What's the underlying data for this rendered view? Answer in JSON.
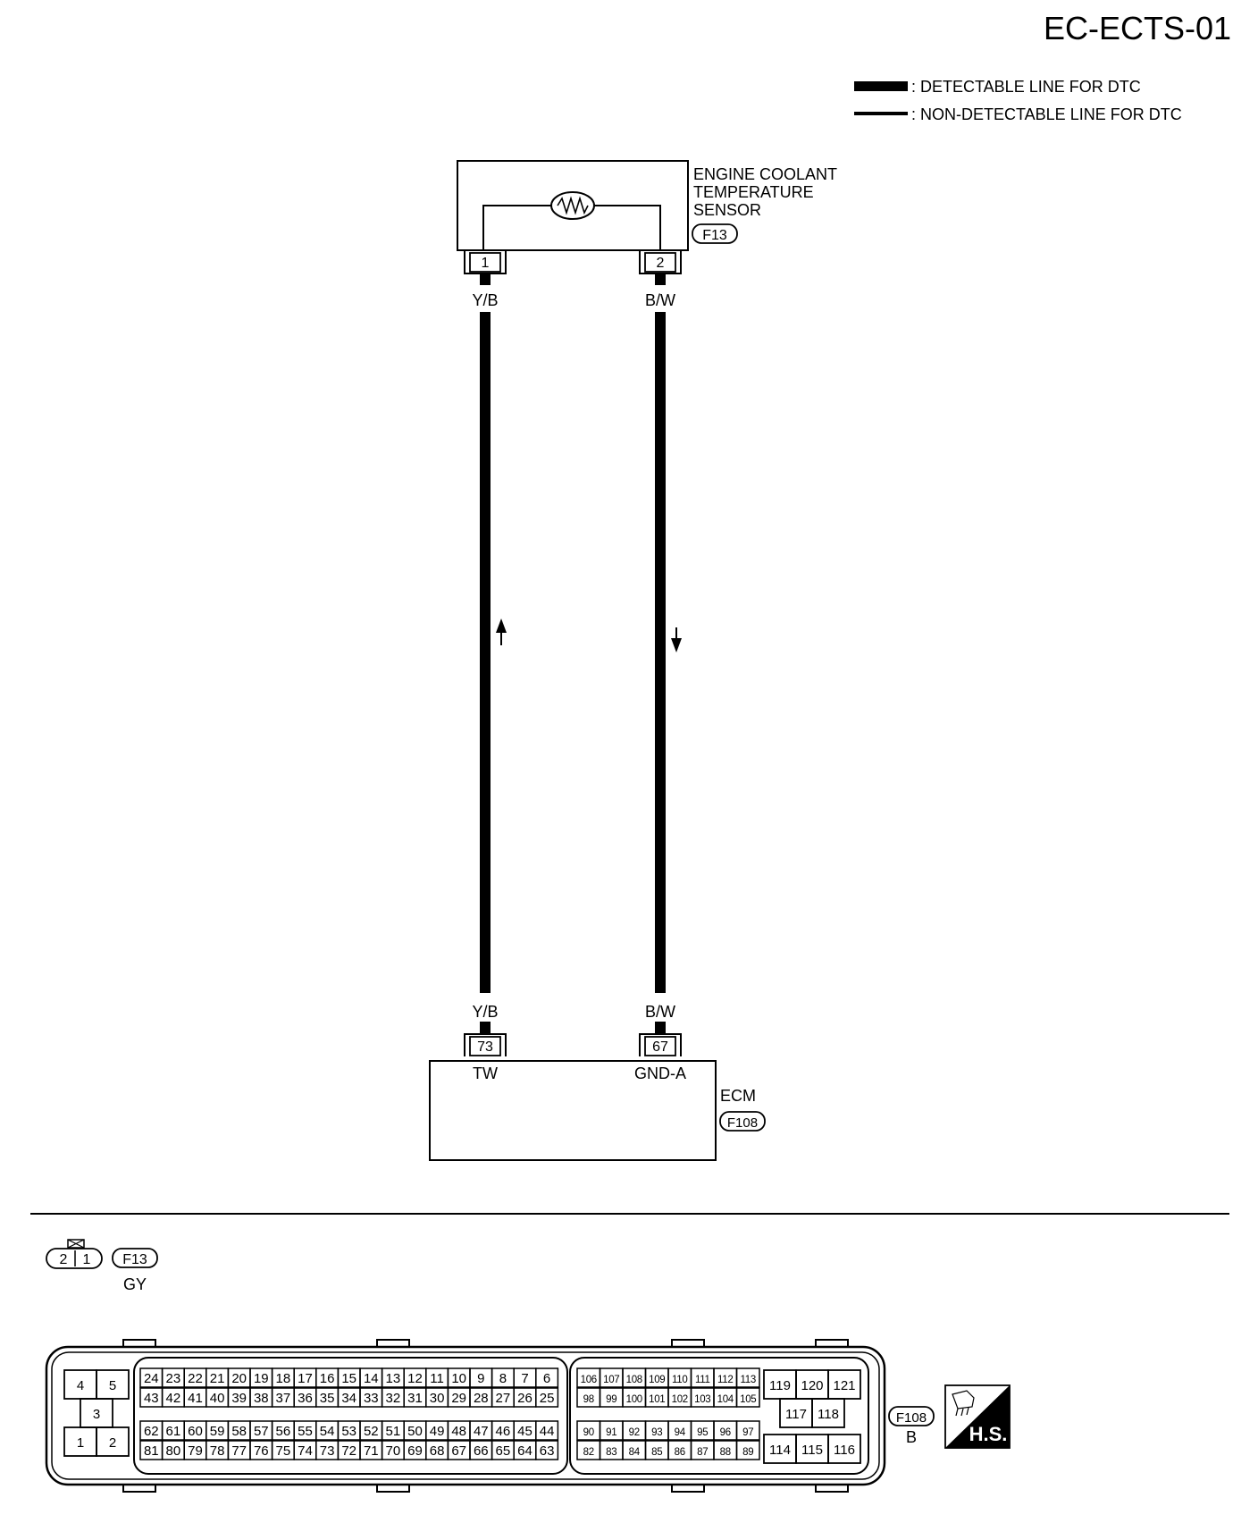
{
  "page_id": "EC-ECTS-01",
  "legend": {
    "detectable": ": DETECTABLE LINE FOR DTC",
    "non_detectable": ": NON-DETECTABLE LINE FOR DTC"
  },
  "sensor": {
    "name_lines": [
      "ENGINE COOLANT",
      "TEMPERATURE",
      "SENSOR"
    ],
    "connector": "F13",
    "pin_left": "1",
    "pin_right": "2"
  },
  "wires": {
    "left_color": "Y/B",
    "right_color": "B/W"
  },
  "ecm": {
    "name": "ECM",
    "connector": "F108",
    "pin_left": "73",
    "pin_right": "67",
    "pin_left_label": "TW",
    "pin_right_label": "GND-A"
  },
  "f13_view": {
    "pins": [
      "2",
      "1"
    ],
    "id": "F13",
    "color": "GY"
  },
  "f108_view": {
    "id": "F108",
    "color": "B",
    "left_pins": {
      "r1": [
        "4",
        "5"
      ],
      "r2": [
        "3"
      ],
      "r3": [
        "1",
        "2"
      ]
    },
    "block_a": {
      "r1": [
        "24",
        "23",
        "22",
        "21",
        "20",
        "19",
        "18",
        "17",
        "16",
        "15",
        "14",
        "13",
        "12",
        "11",
        "10",
        "9",
        "8",
        "7",
        "6"
      ],
      "r2": [
        "43",
        "42",
        "41",
        "40",
        "39",
        "38",
        "37",
        "36",
        "35",
        "34",
        "33",
        "32",
        "31",
        "30",
        "29",
        "28",
        "27",
        "26",
        "25"
      ],
      "r3": [
        "62",
        "61",
        "60",
        "59",
        "58",
        "57",
        "56",
        "55",
        "54",
        "53",
        "52",
        "51",
        "50",
        "49",
        "48",
        "47",
        "46",
        "45",
        "44"
      ],
      "r4": [
        "81",
        "80",
        "79",
        "78",
        "77",
        "76",
        "75",
        "74",
        "73",
        "72",
        "71",
        "70",
        "69",
        "68",
        "67",
        "66",
        "65",
        "64",
        "63"
      ]
    },
    "block_b": {
      "r1": [
        "106",
        "107",
        "108",
        "109",
        "110",
        "111",
        "112",
        "113"
      ],
      "r2": [
        "98",
        "99",
        "100",
        "101",
        "102",
        "103",
        "104",
        "105"
      ],
      "r3": [
        "90",
        "91",
        "92",
        "93",
        "94",
        "95",
        "96",
        "97"
      ],
      "r4": [
        "82",
        "83",
        "84",
        "85",
        "86",
        "87",
        "88",
        "89"
      ]
    },
    "right_pins": {
      "r1": [
        "119",
        "120",
        "121"
      ],
      "r2": [
        "117",
        "118"
      ],
      "r3": [
        "114",
        "115",
        "116"
      ]
    }
  },
  "hs_badge": "H.S.",
  "icons": [
    "thermistor-icon",
    "connector-view-icon",
    "harness-side-icon"
  ]
}
